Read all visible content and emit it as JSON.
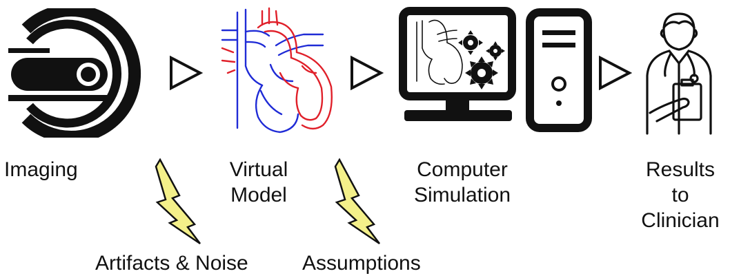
{
  "stages": [
    {
      "id": "imaging",
      "lines": [
        "Imaging"
      ],
      "icon": "mri-scanner-icon"
    },
    {
      "id": "virtual-model",
      "lines": [
        "Virtual",
        "Model"
      ],
      "icon": "heart-model-icon"
    },
    {
      "id": "computer-simulation",
      "lines": [
        "Computer",
        "Simulation"
      ],
      "icon": "computer-simulation-icon"
    },
    {
      "id": "results",
      "lines": [
        "Results",
        "to",
        "Clinician"
      ],
      "icon": "clinician-icon"
    }
  ],
  "connectors": [
    {
      "icon": "arrow-right-icon"
    },
    {
      "icon": "arrow-right-icon"
    },
    {
      "icon": "arrow-right-icon"
    }
  ],
  "error_sources": [
    {
      "label": "Artifacts & Noise",
      "icon": "lightning-bolt-icon"
    },
    {
      "label": "Assumptions",
      "icon": "lightning-bolt-icon"
    }
  ],
  "colors": {
    "ink": "#111111",
    "vein_blue": "#1f2bd6",
    "artery_red": "#e0202a",
    "bolt_fill": "#f4f08a",
    "background": "#ffffff"
  }
}
